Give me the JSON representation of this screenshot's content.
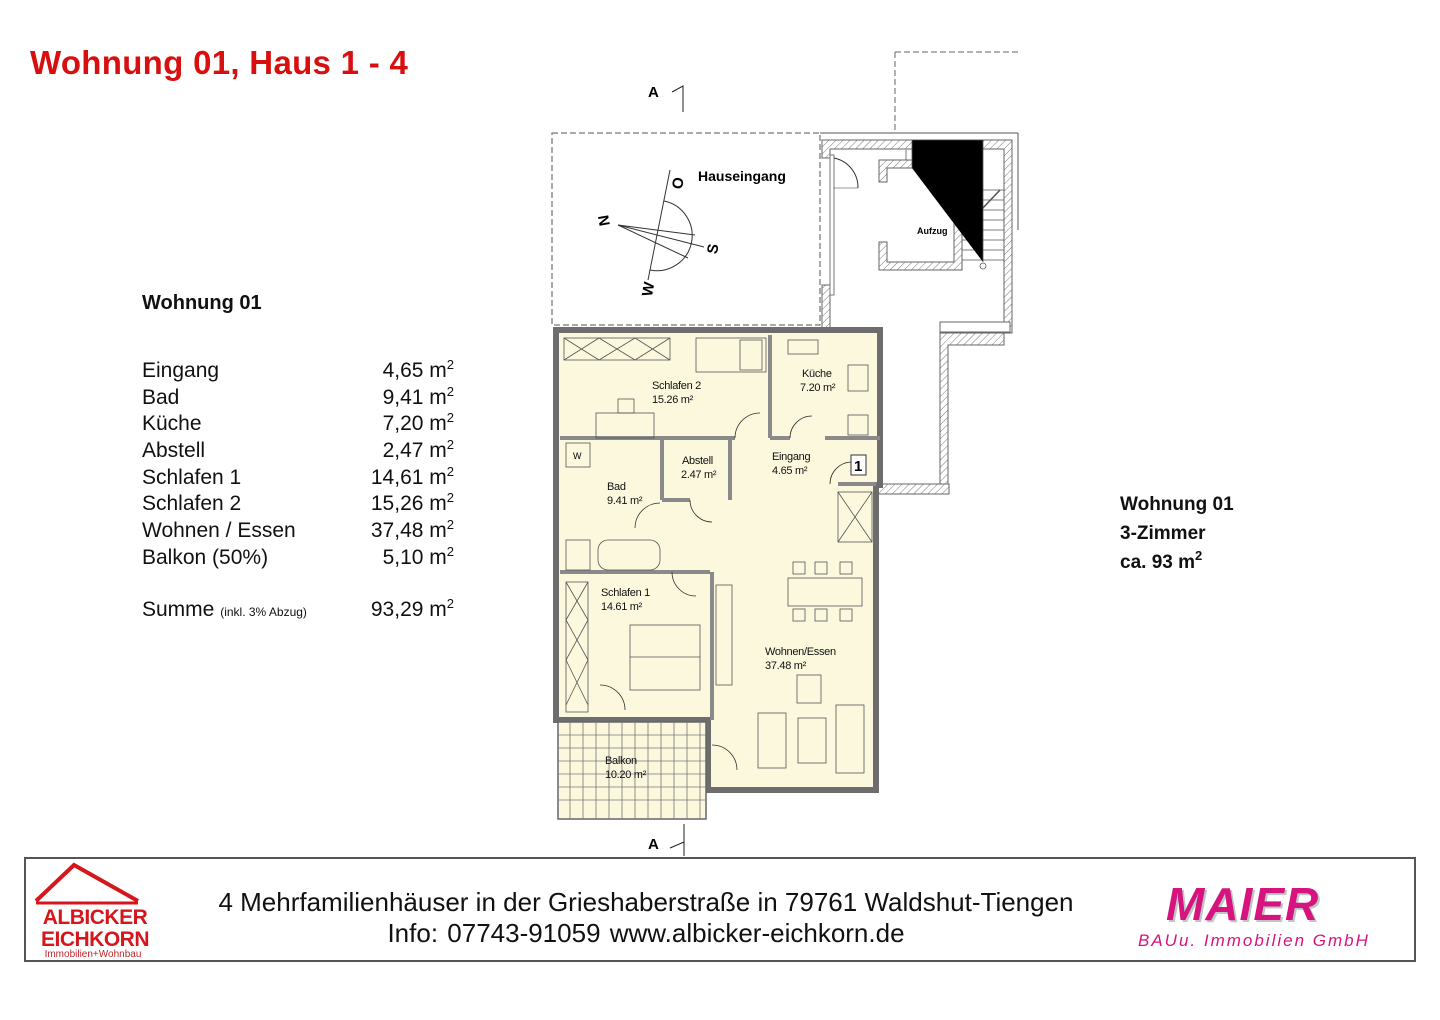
{
  "header": {
    "title": "Wohnung 01, Haus 1 - 4"
  },
  "area_list": {
    "heading": "Wohnung 01",
    "rows": [
      {
        "room": "Eingang",
        "value": "4,65 m",
        "unit_exp": "2"
      },
      {
        "room": "Bad",
        "value": "9,41 m",
        "unit_exp": "2"
      },
      {
        "room": "Küche",
        "value": "7,20 m",
        "unit_exp": "2"
      },
      {
        "room": "Abstell",
        "value": "2,47 m",
        "unit_exp": "2"
      },
      {
        "room": "Schlafen 1",
        "value": "14,61 m",
        "unit_exp": "2"
      },
      {
        "room": "Schlafen 2",
        "value": "15,26 m",
        "unit_exp": "2"
      },
      {
        "room": "Wohnen / Essen",
        "value": "37,48 m",
        "unit_exp": "2"
      },
      {
        "room": "Balkon (50%)",
        "value": "5,10 m",
        "unit_exp": "2"
      }
    ],
    "sum_label": "Summe",
    "sum_note": "(inkl. 3% Abzug)",
    "sum_value": "93,29 m",
    "sum_exp": "2"
  },
  "summary": {
    "line1": "Wohnung 01",
    "line2": "3-Zimmer",
    "line3": "ca. 93 m",
    "line3_exp": "2"
  },
  "floor_plan": {
    "section_marker_top": "A",
    "section_marker_bottom": "A",
    "entrance_label": "Hauseingang",
    "elevator_label": "Aufzug",
    "compass": {
      "n": "N",
      "o": "O",
      "s": "S",
      "w": "W"
    },
    "unit_number": "1",
    "rooms": [
      {
        "name": "Schlafen  2",
        "area": "15.26 m²"
      },
      {
        "name": "Küche",
        "area": "7.20 m²"
      },
      {
        "name": "Abstell",
        "area": "2.47 m²"
      },
      {
        "name": "Eingang",
        "area": "4.65 m²"
      },
      {
        "name": "Bad",
        "area": "9.41 m²"
      },
      {
        "name": "Schlafen  1",
        "area": "14.61 m²"
      },
      {
        "name": "Wohnen/Essen",
        "area": "37.48 m²"
      },
      {
        "name": "Balkon",
        "area": "10.20 m²"
      }
    ],
    "washer_label": "W",
    "colors": {
      "room_fill": "#fbf8de",
      "wall": "#8a8a8a",
      "title_red": "#d70f0f"
    }
  },
  "footer": {
    "line1": "4 Mehrfamilienhäuser in der Grieshaberstraße in 79761 Waldshut-Tiengen",
    "line2": "Info: 07743-91059   www.albicker-eichkorn.de",
    "logo_left": {
      "line1": "ALBICKER",
      "line2": "EICHKORN",
      "sub": "Immobilien+Wohnbau"
    },
    "logo_right": {
      "name": "MAIER",
      "sub": "BAUu. Immobilien GmbH"
    }
  }
}
